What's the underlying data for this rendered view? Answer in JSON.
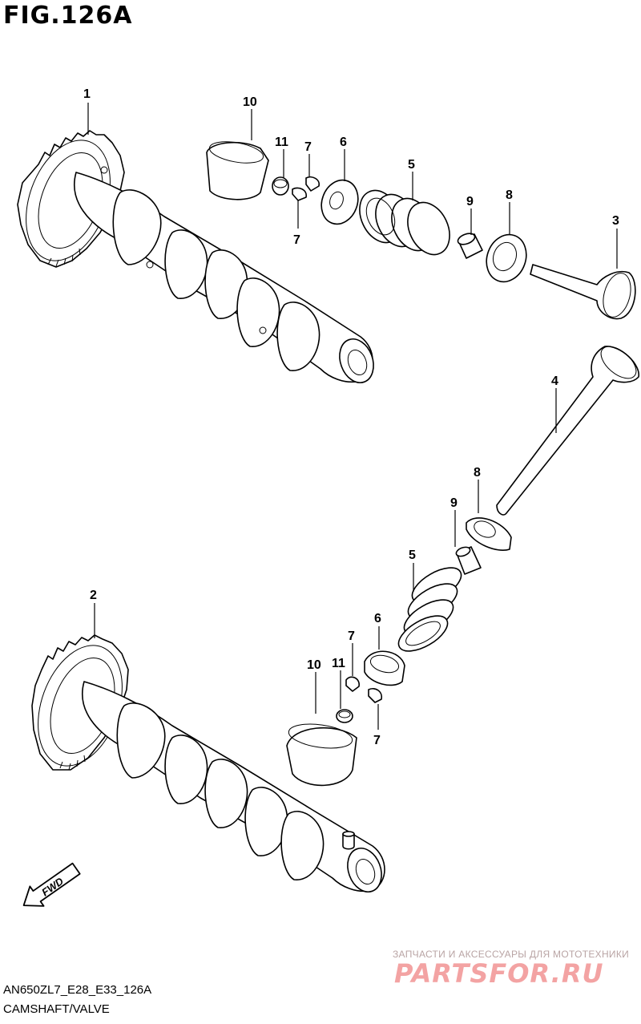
{
  "figure": {
    "title": "FIG.126A",
    "model_code": "AN650ZL7_E28_E33_126A",
    "caption": "CAMSHAFT/VALVE"
  },
  "callouts": {
    "c1": "1",
    "c2": "2",
    "c3": "3",
    "c4": "4",
    "c5a": "5",
    "c5b": "5",
    "c6a": "6",
    "c6b": "6",
    "c7a": "7",
    "c7b": "7",
    "c7c": "7",
    "c7d": "7",
    "c8a": "8",
    "c8b": "8",
    "c9a": "9",
    "c9b": "9",
    "c10a": "10",
    "c10b": "10",
    "c11a": "11",
    "c11b": "11"
  },
  "fwd_arrow": {
    "label": "FWD",
    "icon": "fwd-arrow-icon"
  },
  "watermark": {
    "tagline": "ЗАПЧАСТИ И АКСЕССУАРЫ ДЛЯ МОТОТЕХНИКИ",
    "logo": "PARTSFOR.RU",
    "color": "#f3a3a3"
  }
}
